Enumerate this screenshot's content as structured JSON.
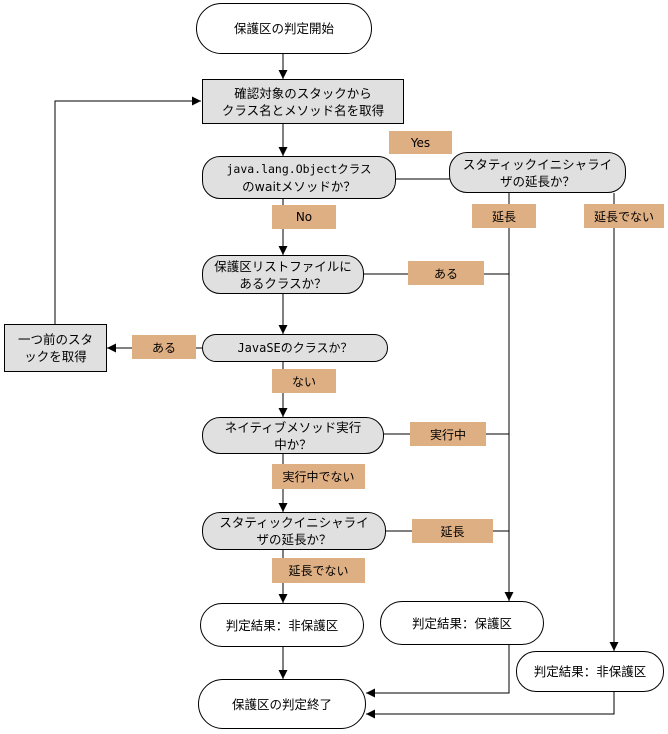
{
  "nodes": {
    "start": "保護区の判定開始",
    "get_class_line1": "確認対象のスタックから",
    "get_class_line2": "クラス名とメソッド名を取得",
    "wait_check_line1": "java.lang.Objectクラス",
    "wait_check_line2": "のwaitメソッドか？",
    "static_init_right_line1": "スタティックイニシャライ",
    "static_init_right_line2": "ザの延長か？",
    "list_check_line1": "保護区リストファイルに",
    "list_check_line2": "あるクラスか？",
    "javase_check": "JavaSEのクラスか？",
    "prev_stack_line1": "一つ前のスタ",
    "prev_stack_line2": "ックを取得",
    "native_check_line1": "ネイティブメソッド実行",
    "native_check_line2": "中か？",
    "static_init_left_line1": "スタティックイニシャライ",
    "static_init_left_line2": "ザの延長か？",
    "result_non_protected_left": "判定結果：非保護区",
    "result_protected": "判定結果：保護区",
    "result_non_protected_right": "判定結果：非保護区",
    "end": "保護区の判定終了"
  },
  "labels": {
    "yes": "Yes",
    "no": "No",
    "extend_right": "延長",
    "not_extend_right": "延長でない",
    "aru_list": "ある",
    "aru_javase": "ある",
    "nai_javase": "ない",
    "running": "実行中",
    "not_running": "実行中でない",
    "extend_left": "延長",
    "not_extend_left": "延長でない"
  },
  "colors": {
    "label_fill": "#dfaf84",
    "box_fill": "#e0e0e0",
    "line": "#000000"
  }
}
